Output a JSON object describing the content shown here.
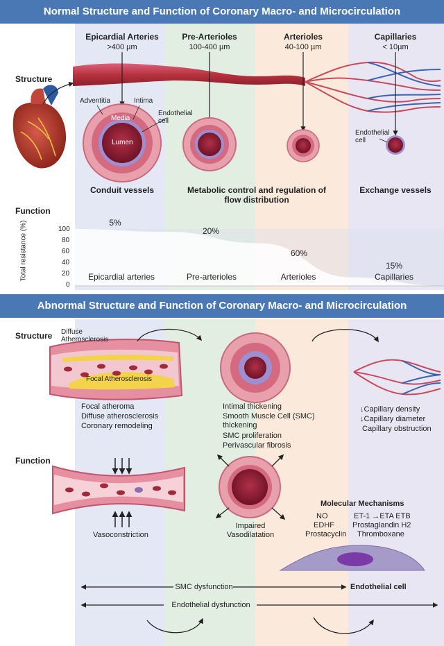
{
  "top": {
    "title": "Normal Structure and Function of Coronary Macro- and Microcirculation",
    "structure_label": "Structure",
    "function_label": "Function",
    "columns": [
      {
        "name": "Epicardial Arteries",
        "size": ">400 µm"
      },
      {
        "name": "Pre-Arterioles",
        "size": "100-400 µm"
      },
      {
        "name": "Arterioles",
        "size": "40-100 µm"
      },
      {
        "name": "Capillaries",
        "size": "< 10µm"
      }
    ],
    "vessel_labels": {
      "adventitia": "Adventitia",
      "intima": "Intima",
      "media": "Media",
      "endothelial": "Endothelial cell",
      "lumen": "Lumen",
      "cap_endothelial": "Endothelial cell"
    },
    "roles": {
      "conduit": "Conduit vessels",
      "metabolic": "Metabolic control and regulation of flow distribution",
      "exchange": "Exchange vessels"
    }
  },
  "chart_data": {
    "type": "area",
    "ylabel": "Total resistance (%)",
    "yticks": [
      "100",
      "80",
      "60",
      "40",
      "20",
      "0"
    ],
    "ylim": [
      0,
      100
    ],
    "categories": [
      "Epicardial arteries",
      "Pre-arterioles",
      "Arterioles",
      "Capillaries"
    ],
    "values": [
      5,
      20,
      60,
      15
    ],
    "value_labels": [
      "5%",
      "20%",
      "60%",
      "15%"
    ]
  },
  "bottom": {
    "title": "Abnormal Structure and Function of Coronary Macro- and Microcirculation",
    "structure_label": "Structure",
    "function_label": "Function",
    "diffuse": "Diffuse Atherosclerosis",
    "focal": "Focal Atherosclerosis",
    "macro_list": [
      "Focal atheroma",
      "Diffuse atherosclerosis",
      "Coronary remodeling"
    ],
    "micro_list": [
      "Intimal thickening",
      "Smooth Muscle Cell (SMC) thickening",
      "SMC proliferation",
      "Perivascular fibrosis"
    ],
    "cap_list": [
      "↓Capillary density",
      "↓Capillary diameter",
      "Capillary obstruction"
    ],
    "vasoconstriction": "Vasoconstriction",
    "impaired": "Impaired Vasodilatation",
    "molecular": {
      "title": "Molecular Mechanisms",
      "left": [
        "NO",
        "EDHF",
        "Prostacyclin"
      ],
      "right_line1": "ET-1 →ETA  ETB",
      "right": [
        "Prostaglandin H2",
        "Thromboxane"
      ]
    },
    "endothelial_cell": "Endothelial cell",
    "smc_dysfunction": "SMC dysfunction",
    "endo_dysfunction": "Endothelial dysfunction"
  },
  "colors": {
    "banner": "#4a78b4",
    "col_blue": "#e4e8f5",
    "col_green": "#e3eee3",
    "col_peach": "#fbe9dc",
    "col_lavender": "#e9e6f3",
    "vessel": "#c94a5c",
    "lumen": "#8a1c32"
  }
}
